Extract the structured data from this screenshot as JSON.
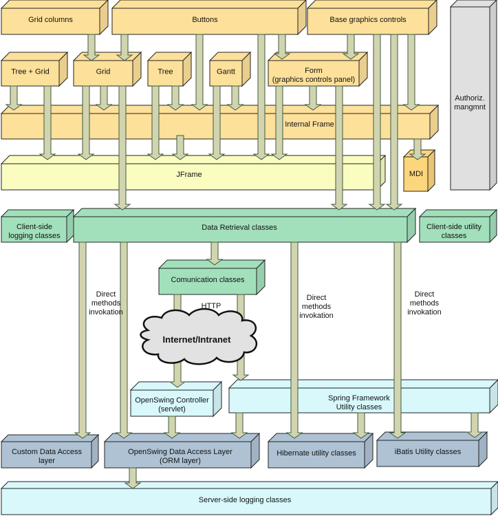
{
  "colors": {
    "presentation": "#fde09a",
    "jframe": "#fafcc0",
    "mdi": "#fcd67c",
    "client_services": "#a2e0bc",
    "server_framework": "#d8f8fc",
    "data_access": "#aec2d4",
    "authorization": "#e0e0e0",
    "arrow_fill": "#d2d4b0",
    "arrow_stroke": "#3d5a3d",
    "cloud": "#e2e2e2"
  },
  "boxes": {
    "grid_columns": [
      "Grid columns"
    ],
    "buttons": [
      "Buttons"
    ],
    "base_graphics_controls": [
      "Base graphics controls"
    ],
    "authorization": [
      "Authoriz.",
      "mangmnt"
    ],
    "tree_grid": [
      "Tree + Grid"
    ],
    "grid": [
      "Grid"
    ],
    "tree": [
      "Tree"
    ],
    "gantt": [
      "Gantt"
    ],
    "form": [
      "Form",
      "(graphics controls panel)"
    ],
    "internal_frame": [
      "Internal Frame"
    ],
    "jframe": [
      "JFrame"
    ],
    "mdi": [
      "MDI"
    ],
    "client_logging": [
      "Client-side",
      "logging classes"
    ],
    "data_retrieval": [
      "Data Retrieval classes"
    ],
    "client_utility": [
      "Client-side utility",
      "classes"
    ],
    "communication": [
      "Comunication classes"
    ],
    "controller": [
      "OpenSwing Controller",
      "(servlet)"
    ],
    "spring": [
      "Spring Framework",
      "Utility classes"
    ],
    "custom_dal": [
      "Custom Data Access",
      "layer"
    ],
    "openswing_dal": [
      "OpenSwing Data Access Layer",
      "(ORM layer)"
    ],
    "hibernate": [
      "Hibernate utility classes"
    ],
    "ibatis": [
      "iBatis Utility classes"
    ],
    "server_logging": [
      "Server-side logging classes"
    ]
  },
  "annotations": {
    "direct_1": [
      "Direct",
      "methods",
      "invokation"
    ],
    "direct_2": [
      "Direct",
      "methods",
      "invokation"
    ],
    "direct_3": [
      "Direct",
      "methods",
      "invokation"
    ],
    "http": [
      "HTTP"
    ]
  },
  "cloud_label": "Internet/Intranet"
}
